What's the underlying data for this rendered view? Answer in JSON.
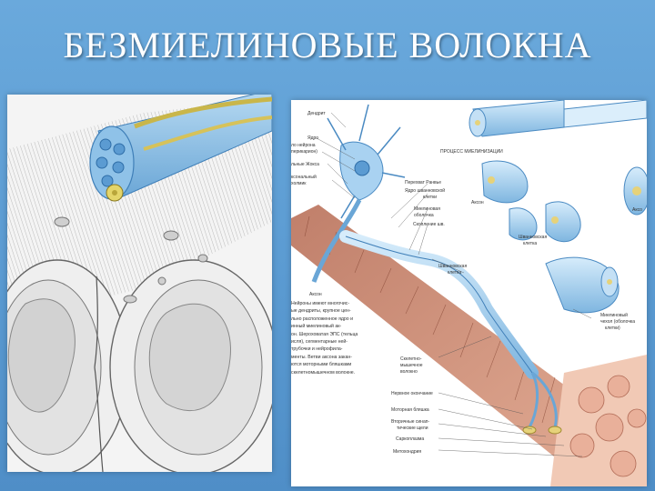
{
  "slide": {
    "title": "БЕЗМИЕЛИНОВЫЕ ВОЛОКНА",
    "accent_color": "#5b9bd2"
  },
  "right_figure": {
    "labels": {
      "dendrite": "Дендрит",
      "nucleus": "Ядро",
      "neuron_body_1": "ло нейрона",
      "neuron_body_2": "перикарион)",
      "golgi": "льные Жокса",
      "axon_hillock_1": "ксональный",
      "axon_hillock_2": "холмик",
      "myelination_process": "ПРОЦЕСС МИЕЛИНИЗАЦИИ",
      "ranvier_node": "Перехват Ранвье",
      "schwann_nucleus_1": "Ядро шванновской",
      "schwann_nucleus_2": "клетки",
      "myelin_sheath_1": "Миелиновая",
      "myelin_sheath_2": "оболочка",
      "axon_left": "Аксон",
      "axon_mid": "Аксон",
      "axon_right": "Аксо",
      "schwann_cell_1": "Шванновская",
      "schwann_cell_2": "клетка",
      "schwann_cell_3": "Шванновская",
      "schwann_cell_4": "клетка",
      "cluster_1": "Скопление шв.",
      "myelin_cone_1": "Миелиновый",
      "myelin_cone_2": "чехол (оболочка",
      "myelin_cone_3": "клетки)",
      "skeletal_1": "Скелетно-",
      "skeletal_2": "мышечное",
      "skeletal_3": "волокно",
      "nerve_ending": "Нервное окончание",
      "motor_plate": "Моторная бляшка",
      "synaptic_1": "Вторичные синап-",
      "synaptic_2": "тические щели",
      "sarcoplasm": "Саркоплазма",
      "mitochondria": "Митохондрия"
    },
    "paragraph": [
      "Нейроны имеют многочис-",
      "ые дендриты, крупное цен-",
      "льно расположенное ядро и",
      "инный миелиновый ак-",
      "он. Шероховатая ЭПС (тельца",
      "исля), сегментарные ней-",
      "трубочки и нейрофила-",
      "менты. Ветви аксона закан-",
      "ются моторными бляшками",
      "скелетномышечном волокне."
    ]
  }
}
